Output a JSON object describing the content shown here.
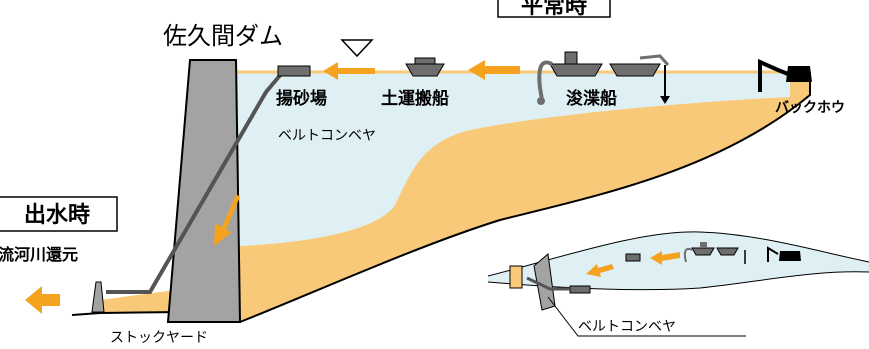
{
  "labels": {
    "dam": "佐久間ダム",
    "sand_landing": "揚砂場",
    "transport_ship": "土運搬船",
    "dredger": "浚渫船",
    "backhoe": "バックホウ",
    "belt_conveyor": "ベルトコンベヤ",
    "normal_time": "平常時",
    "flood_time": "出水時",
    "downstream_return": "流河川還元",
    "stockyard": "ストックヤード",
    "inset_belt_conveyor": "ベルトコンベヤ"
  },
  "colors": {
    "sediment": "#f7c978",
    "water": "#dff0f5",
    "dam": "#a3a3a3",
    "arrow": "#f5a21f",
    "normal_text": "#0000ff",
    "flood_text": "#ff0000",
    "conveyor": "#545454",
    "machine": "#6e6e6e"
  }
}
